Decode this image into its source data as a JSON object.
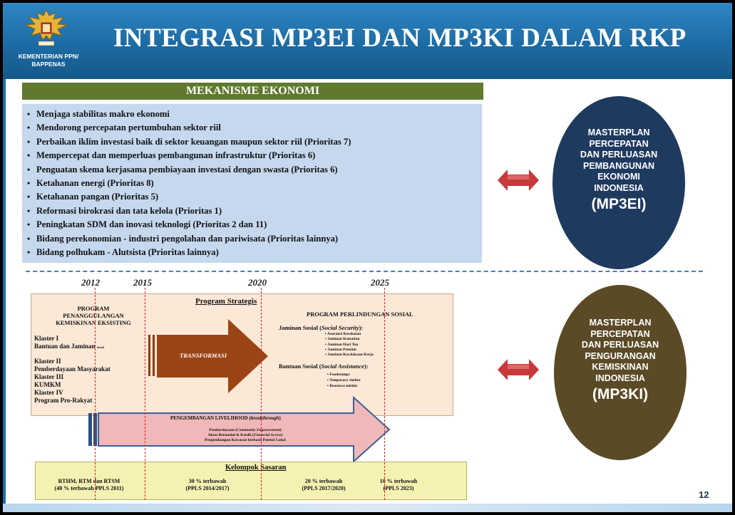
{
  "header": {
    "title": "INTEGRASI MP3EI DAN MP3KI DALAM RKP",
    "ministry_line1": "KEMENTERIAN PPN/",
    "ministry_line2": "BAPPENAS"
  },
  "mekanisme": {
    "heading": "MEKANISME EKONOMI",
    "items": [
      "Menjaga stabilitas makro ekonomi",
      "Mendorong percepatan pertumbuhan sektor riil",
      "Perbaikan iklim investasi baik di sektor keuangan maupun sektor riil (Prioritas 7)",
      "Mempercepat dan memperluas pembangunan infrastruktur (Prioritas 6)",
      "Penguatan skema kerjasama pembiayaan investasi dengan swasta  (Prioritas 6)",
      "Ketahanan energi (Prioritas 8)",
      "Ketahanan pangan (Prioritas 5)",
      "Reformasi birokrasi dan tata kelola (Prioritas 1)",
      "Peningkatan SDM dan inovasi teknologi (Prioritas 2 dan 11)",
      "Bidang perekonomian -  industri pengolahan dan pariwisata (Prioritas lainnya)",
      "Bidang polhukam -  Alutsista (Prioritas lainnya)"
    ]
  },
  "circle1": {
    "lines": [
      "MASTERPLAN",
      "PERCEPATAN",
      "DAN PERLUASAN",
      "PEMBANGUNAN",
      "EKONOMI",
      "INDONESIA"
    ],
    "abbr": "(MP3EI)",
    "color": "#1f3a5f"
  },
  "circle2": {
    "lines": [
      "MASTERPLAN",
      "PERCEPATAN",
      "DAN PERLUASAN",
      "PENGURANGAN",
      "KEMISKINAN",
      "INDONESIA"
    ],
    "abbr": "(MP3KI)",
    "color": "#5b4a26"
  },
  "timeline": {
    "years": [
      "2012",
      "2015",
      "2020",
      "2025"
    ]
  },
  "program": {
    "left_title_1": "PROGRAM",
    "left_title_2": "PENANGGULANGAN",
    "left_title_3": "KEMISKINAN  EKSISTING",
    "klaster1": "Klaster I",
    "klaster1_desc": "Bantuan dan Jaminan",
    "klaster1_small": "Sosial",
    "klaster2": "Klaster II",
    "klaster2_desc": "Pemberdayaan Masyarakat",
    "klaster3": "Klaster III",
    "klaster3_desc": "KUMKM",
    "klaster4": "Klaster IV",
    "klaster4_desc": "Program Pro-Rakyat",
    "strategis": "Program Strategis",
    "transformasi": "TRANSFORMASI",
    "perlindungan": "PROGRAM PERLINDUNGAN SOSIAL",
    "jaminan": "Jaminan Sosial (",
    "jaminan_it": "Social Security",
    "jaminan_end": "):",
    "jaminan_items": [
      "Asuransi Kesehatan",
      "Jaminan Kematian",
      "Jaminan Hari Tua",
      "Jaminan Pensiun",
      "Jaminan Kecelakaan Kerja"
    ],
    "bantuan": "Bantuan Sosial (",
    "bantuan_it": "Social Assistance",
    "bantuan_end": "):",
    "bantuan_items": [
      "Foodstamps",
      "Temporary shelter",
      "Beasiswa miskin"
    ]
  },
  "livelihood": {
    "title": "PENGEMBANGAN LIVELIHOOD (",
    "title_it": "breakthrough",
    "title_end": ")",
    "line1": "Pemberdayaan (",
    "line1_it": "Community Empowerment",
    "line1_end": ")",
    "line2": "Akses Bermodal & Kredit (",
    "line2_it": "Financial Access",
    "line2_end": ")",
    "line3": "Pengembangan Kawasan berbasis Potensi Lokal"
  },
  "kelompok": {
    "title": "Kelompok Sasaran",
    "c1a": "RTHM, RTM dan RTSM",
    "c1b": "(40 % terbawah PPLS 2011)",
    "c2a": "30 % terbawah",
    "c2b": "(PPLS 2014/2017)",
    "c3a": "20 % terbawah",
    "c3b": "(PPLS 2017/2020)",
    "c4a": "10 % terbawah",
    "c4b": "(PPLS 2023)"
  },
  "page_number": "12"
}
